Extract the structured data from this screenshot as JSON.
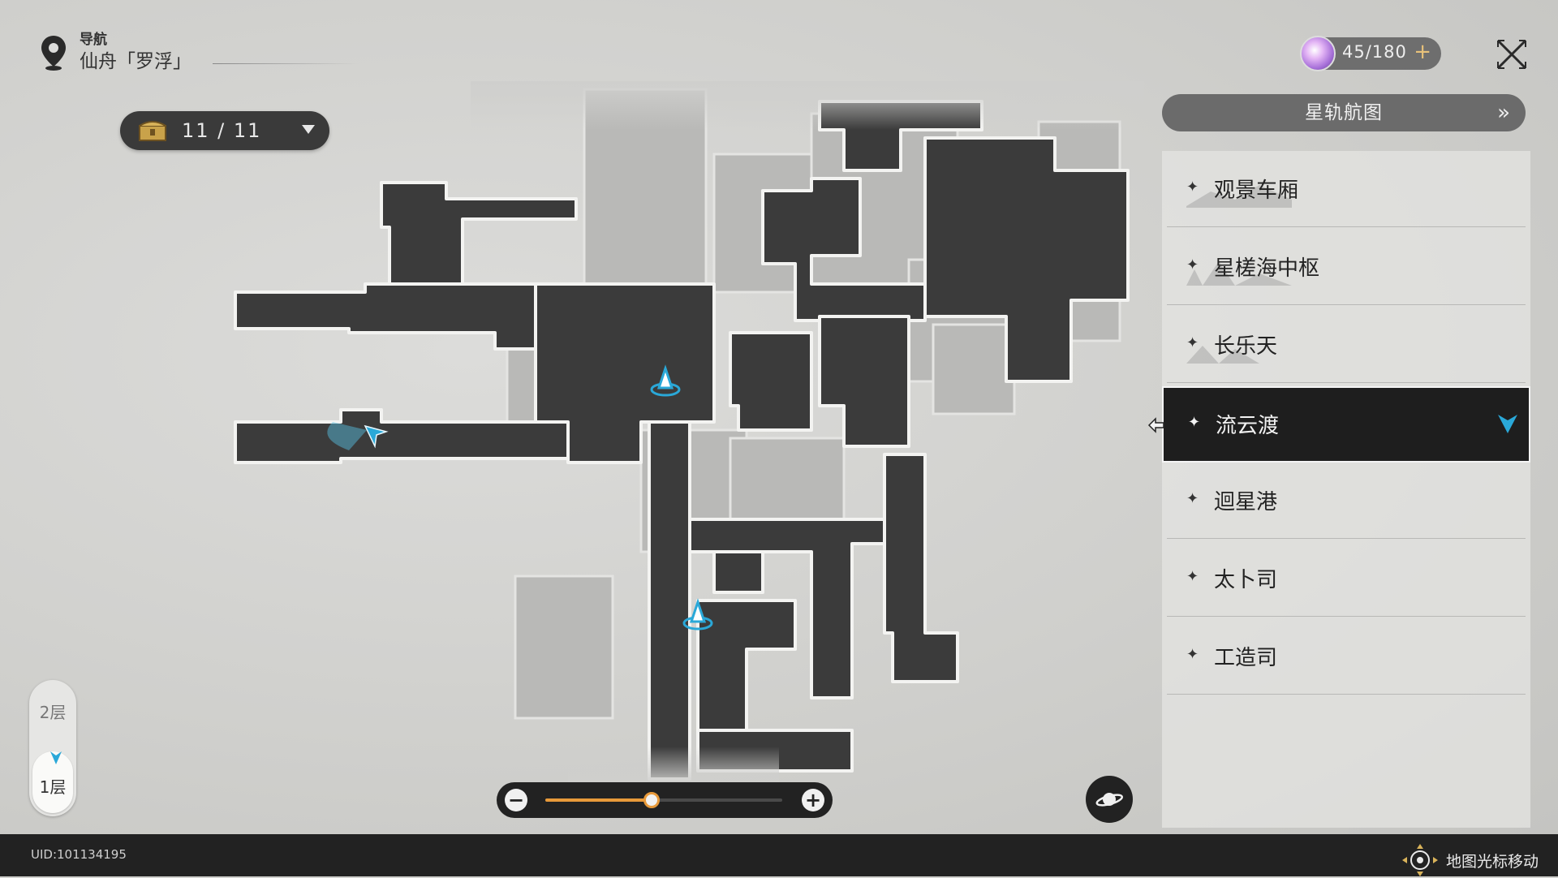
{
  "header": {
    "nav_label": "导航",
    "location": "仙舟「罗浮」"
  },
  "chest": {
    "count": "11 / 11"
  },
  "power": {
    "value": "45/180",
    "plus": "+"
  },
  "route_button": {
    "label": "星轨航图",
    "arrow": "»"
  },
  "locations": [
    {
      "name": "观景车厢",
      "active": false
    },
    {
      "name": "星槎海中枢",
      "active": false
    },
    {
      "name": "长乐天",
      "active": false
    },
    {
      "name": "流云渡",
      "active": true
    },
    {
      "name": "迴星港",
      "active": false
    },
    {
      "name": "太卜司",
      "active": false
    },
    {
      "name": "工造司",
      "active": false
    }
  ],
  "star_glyph": "✦",
  "floors": {
    "upper": "2层",
    "lower": "1层",
    "current": "1层"
  },
  "zoom": {
    "minus": "−",
    "plus": "+",
    "level_fraction": 0.45
  },
  "footer": {
    "uid": "UID:101134195",
    "hint": "地图光标移动"
  },
  "colors": {
    "accent_orange": "#e89a3a",
    "marker_cyan": "#2aa8d8",
    "dark_panel": "#1e1e1e"
  }
}
